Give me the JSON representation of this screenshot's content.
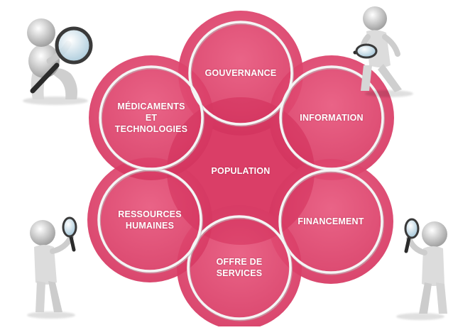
{
  "diagram": {
    "center": {
      "label": "POPULATION"
    },
    "petals": [
      {
        "id": "gouvernance",
        "label": "GOUVERNANCE"
      },
      {
        "id": "information",
        "label": "INFORMATION"
      },
      {
        "id": "financement",
        "label": "FINANCEMENT"
      },
      {
        "id": "offre-de-services",
        "label": "OFFRE DE\nSERVICES"
      },
      {
        "id": "ressources-humaines",
        "label": "RESSOURCES\nHUMAINES"
      },
      {
        "id": "medicaments-et-technologies",
        "label": "MÉDICAMENTS\nET\nTECHNOLOGIES"
      }
    ],
    "colors": {
      "petal": "#e0476f",
      "petal_dark": "#c8284f",
      "overlap": "#cf2f58",
      "ring": "#f5f5f5",
      "ring_shadow": "#bdbdbd",
      "figure": "#e8e8e8",
      "figure_shade": "#a9a9a9",
      "lens_rim": "#3a3a3a",
      "lens_glass": "#cfe3ee"
    },
    "illustrations": [
      {
        "id": "figure-top-left",
        "icon": "magnifier-person-icon",
        "pose": "kneeling"
      },
      {
        "id": "figure-top-right",
        "icon": "magnifier-person-icon",
        "pose": "walking"
      },
      {
        "id": "figure-bottom-left",
        "icon": "magnifier-person-icon",
        "pose": "standing"
      },
      {
        "id": "figure-bottom-right",
        "icon": "magnifier-person-icon",
        "pose": "standing"
      }
    ]
  }
}
